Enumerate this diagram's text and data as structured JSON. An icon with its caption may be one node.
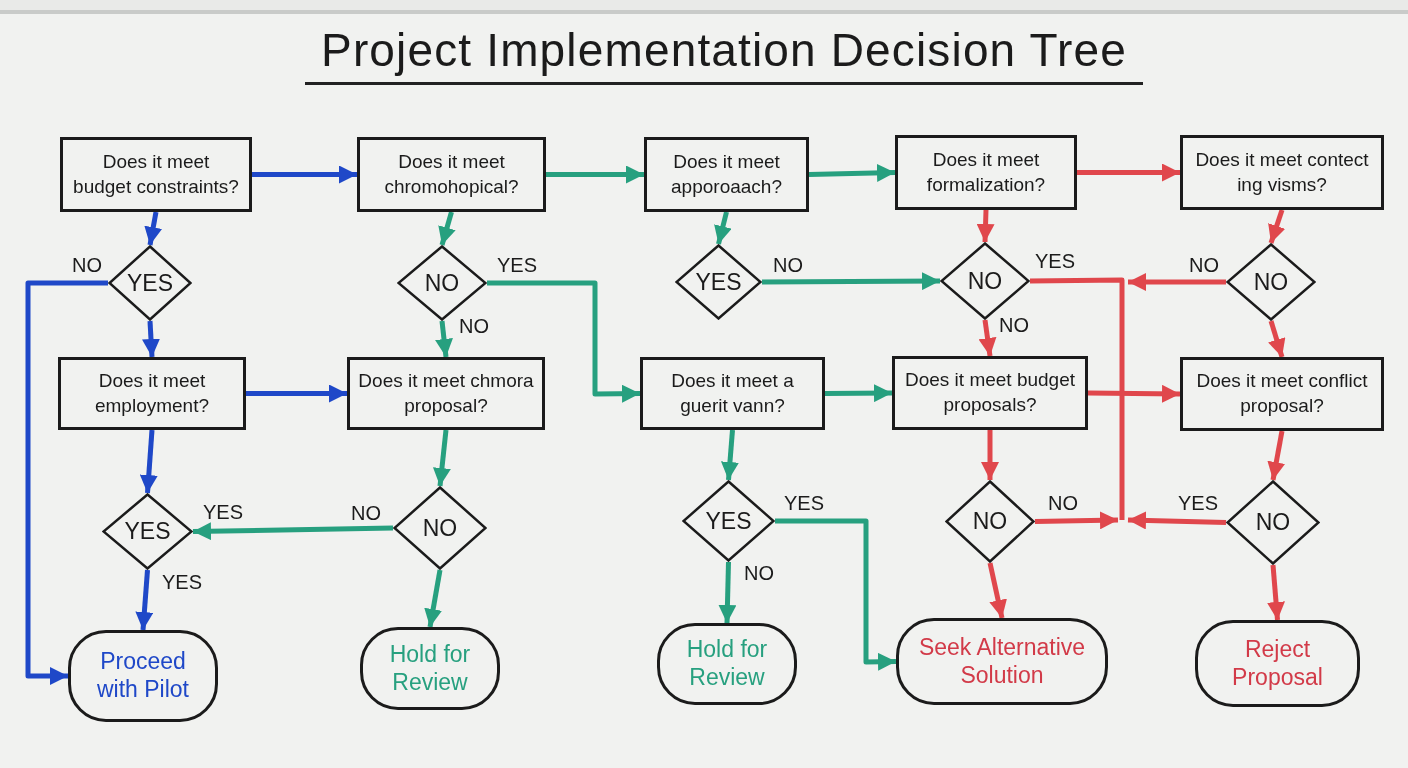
{
  "diagram": {
    "title": "Project Implementation Decision Tree",
    "nodes": [
      {
        "text": [
          "Does it meet budget constraints?"
        ]
      },
      {
        "text": [
          "Does it meet chromohopical?"
        ]
      },
      {
        "text": [
          "Does it meet apporoaach?"
        ]
      },
      {
        "text": [
          "Does it meet formalization?"
        ]
      },
      {
        "text": [
          "Does it meet contect ing visms?"
        ]
      },
      {
        "text": [
          "YES"
        ]
      },
      {
        "text": [
          "NO"
        ]
      },
      {
        "text": [
          "YES"
        ]
      },
      {
        "text": [
          "NO"
        ]
      },
      {
        "text": [
          "NO"
        ]
      },
      {
        "text": [
          "Does it meet employment?"
        ]
      },
      {
        "text": [
          "Does it meet chmora proposal?"
        ]
      },
      {
        "text": [
          "Does it meet a guerit vann?"
        ]
      },
      {
        "text": [
          "Does it meet budget proposals?"
        ]
      },
      {
        "text": [
          "Does it meet conflict proposal?"
        ]
      },
      {
        "text": [
          "YES"
        ]
      },
      {
        "text": [
          "NO"
        ]
      },
      {
        "text": [
          "YES"
        ]
      },
      {
        "text": [
          "NO"
        ]
      },
      {
        "text": [
          "NO"
        ]
      },
      {
        "text": [
          "Proceed with Pilot"
        ]
      },
      {
        "text": [
          "Hold for Review"
        ]
      },
      {
        "text": [
          "Hold for Review"
        ]
      },
      {
        "text": [
          "Seek Alternative Solution"
        ]
      },
      {
        "text": [
          "Reject Proposal"
        ]
      }
    ],
    "edges": [
      {
        "from": 0,
        "to": 1,
        "arrow": "to",
        "color": "#1f48c8"
      },
      {
        "from": 0,
        "to": 5,
        "arrow": "to",
        "color": "#1f48c8"
      },
      {
        "from": 5,
        "to": 10,
        "arrow": "to",
        "color": "#1f48c8"
      },
      {
        "from": 5,
        "to": 20,
        "arrow": "to",
        "label": "NO",
        "color": "#1f48c8"
      },
      {
        "from": 10,
        "to": 11,
        "arrow": "to",
        "color": "#1f48c8"
      },
      {
        "from": 10,
        "to": 15,
        "arrow": "to",
        "color": "#1f48c8"
      },
      {
        "from": 15,
        "to": 20,
        "arrow": "to",
        "label": "YES",
        "color": "#1f48c8"
      },
      {
        "from": 1,
        "to": 2,
        "arrow": "to"
      },
      {
        "from": 1,
        "to": 6,
        "arrow": "to"
      },
      {
        "from": 6,
        "to": 11,
        "arrow": "to",
        "label": "NO"
      },
      {
        "from": 6,
        "to": 12,
        "arrow": "to",
        "label": "YES"
      },
      {
        "from": 2,
        "to": 3,
        "arrow": "to"
      },
      {
        "from": 2,
        "to": 7,
        "arrow": "to"
      },
      {
        "from": 7,
        "to": 8,
        "arrow": "to",
        "label": "NO"
      },
      {
        "from": 11,
        "to": 16,
        "arrow": "to"
      },
      {
        "from": 16,
        "to": 15,
        "arrow": "to",
        "label": "NO"
      },
      {
        "from": 16,
        "to": 21,
        "arrow": "to"
      },
      {
        "from": 12,
        "to": 13,
        "arrow": "to"
      },
      {
        "from": 12,
        "to": 17,
        "arrow": "to"
      },
      {
        "from": 17,
        "to": 22,
        "arrow": "to",
        "label": "NO"
      },
      {
        "from": 17,
        "to": 23,
        "arrow": "to",
        "label": "YES"
      },
      {
        "from": 3,
        "to": 4,
        "arrow": "to",
        "color": "#e0474c"
      },
      {
        "from": 3,
        "to": 8,
        "arrow": "to",
        "color": "#e0474c"
      },
      {
        "from": 8,
        "to": 13,
        "arrow": "to",
        "label": "NO",
        "color": "#e0474c"
      },
      {
        "from": 8,
        "to": null,
        "arrow": "none",
        "label": "YES",
        "color": "#e0474c"
      },
      {
        "from": 9,
        "to": null,
        "arrow": "to",
        "label": "NO",
        "color": "#e0474c"
      },
      {
        "from": 18,
        "to": null,
        "arrow": "to",
        "label": "NO",
        "color": "#e0474c"
      },
      {
        "from": 19,
        "to": null,
        "arrow": "to",
        "label": "YES",
        "color": "#e0474c"
      },
      {
        "from": 13,
        "to": 14,
        "arrow": "to",
        "color": "#e0474c"
      },
      {
        "from": 13,
        "to": 18,
        "arrow": "to",
        "color": "#e0474c"
      },
      {
        "from": 18,
        "to": 23,
        "arrow": "to",
        "color": "#e0474c"
      },
      {
        "from": 4,
        "to": 9,
        "arrow": "to",
        "color": "#e0474c"
      },
      {
        "from": 9,
        "to": 14,
        "arrow": "to",
        "color": "#e0474c"
      },
      {
        "from": 14,
        "to": 19,
        "arrow": "to",
        "color": "#e0474c"
      },
      {
        "from": 19,
        "to": 24,
        "arrow": "to",
        "color": "#e0474c"
      }
    ],
    "labels": [
      "YES"
    ]
  }
}
